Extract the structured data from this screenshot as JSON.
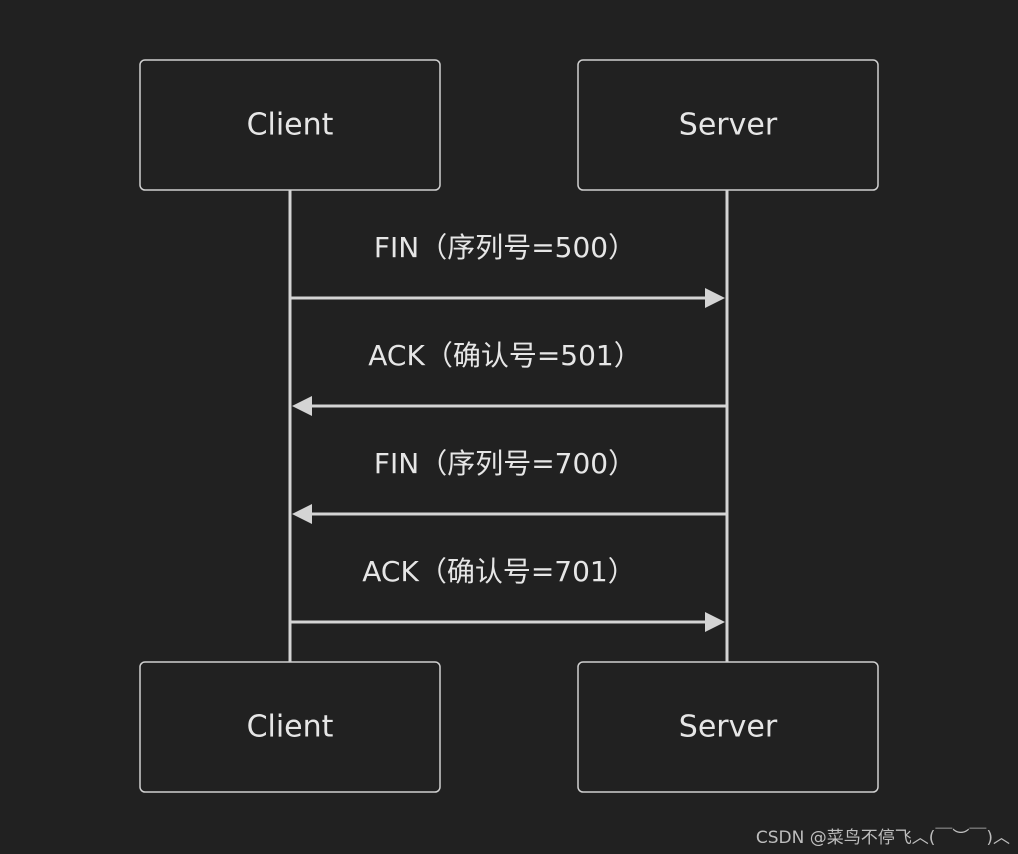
{
  "actors": {
    "client": "Client",
    "server": "Server"
  },
  "messages": [
    {
      "label": "FIN（序列号=500）",
      "from": "client",
      "to": "server"
    },
    {
      "label": "ACK（确认号=501）",
      "from": "server",
      "to": "client"
    },
    {
      "label": "FIN（序列号=700）",
      "from": "server",
      "to": "client"
    },
    {
      "label": "ACK（确认号=701）",
      "from": "client",
      "to": "server"
    }
  ],
  "watermark": "CSDN @菜鸟不停飞︿(￣︶￣)︿",
  "colors": {
    "background": "#212121",
    "line": "#d4d4d4",
    "text": "#e6e6e6"
  }
}
